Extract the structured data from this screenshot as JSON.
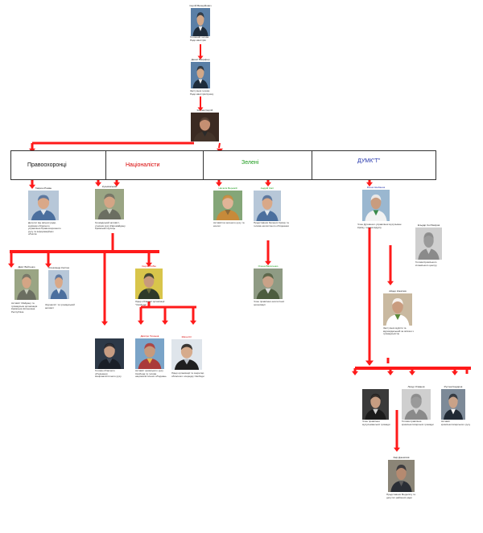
{
  "sections": [
    {
      "id": "s1",
      "label": "Правоохоронці"
    },
    {
      "id": "s2",
      "label": "Націоналісти"
    },
    {
      "id": "s3",
      "label": "Зелені"
    },
    {
      "id": "s4",
      "label": "ДУМК\"Т\""
    }
  ],
  "colors": {
    "arrow": "#ff1a1a",
    "red_label": "#d80000",
    "green_label": "#1a9a1a",
    "blue_label": "#2233aa",
    "line": "#333333"
  },
  "people": {
    "p_top": {
      "name": "Сергій Валерійович",
      "caption": "Головний голова Ради міністрів"
    },
    "p2": {
      "name": "Денис Бацінфер",
      "caption": "Заступник голови Ради міністрів Криму"
    },
    "p3": {
      "name": "Костюк Сергій",
      "caption": ""
    },
    "a1": {
      "name": "Гавриш Роман",
      "caption": "Депутат від міської ради, керівник обласного управління Правоохоронного руху та інформаційних об'єктів"
    },
    "a2": {
      "name": "Кузьмінський",
      "caption": "Громадський активіст, учасник руху Євромайдану Кримських вулиць"
    },
    "b1": {
      "name": "Дмит Войтенко",
      "caption": "Активіст Майдану та громадська організація Кримська Автономна Республіка"
    },
    "b2": {
      "name": "Олександр Костюк",
      "caption": "Журналіст та громадський активіст"
    },
    "c1": {
      "name": "Сергій Рибін",
      "caption": "Лідер обласної організації \"Свобода\""
    },
    "c2": {
      "name": "",
      "caption": "Голова обласного об'єднання Націоналістичного руху"
    },
    "c3": {
      "name": "Дмитро Тихонов",
      "caption": "Активіст кримського руху Свобода та голова націоналістичних об'єднань"
    },
    "c4": {
      "name": "Євген Кіт",
      "caption": "Лідер організації та секретар обласного осередку Свободи"
    },
    "d1": {
      "name": "Наталія Веремій",
      "caption": "Активістка зеленого руху та еколог"
    },
    "d2": {
      "name": "Андрій Сміт",
      "caption": "Представник Зелених Криму та голова екологічного об'єднання"
    },
    "d3": {
      "name": "Олена Василенко",
      "caption": "Член правління екологічної організації"
    },
    "e1": {
      "name": "Решат Шабанов",
      "caption": "Член Духовного управління мусульман Криму, голова відділу"
    },
    "e2": {
      "name": "Ельдар Сеітбекіров",
      "caption": "Голова Кримського ісламського центру"
    },
    "e3": {
      "name": "Айдер Ісмаїлов",
      "caption": "Заступник муфтія та відповідальний за зв'язки з громадськістю"
    },
    "e4": {
      "name": "",
      "caption": "Член правління мусульманської громади"
    },
    "e5": {
      "name": "Лєнур Усманов",
      "caption": "Голова правління кримськотатарської громади"
    },
    "e6": {
      "name": "Рустем Кадиров",
      "caption": "Активіст кримськотатарського руху"
    },
    "e7": {
      "name": "Заір Джемілєв",
      "caption": "Представник Меджлісу та депутат районної ради"
    }
  }
}
